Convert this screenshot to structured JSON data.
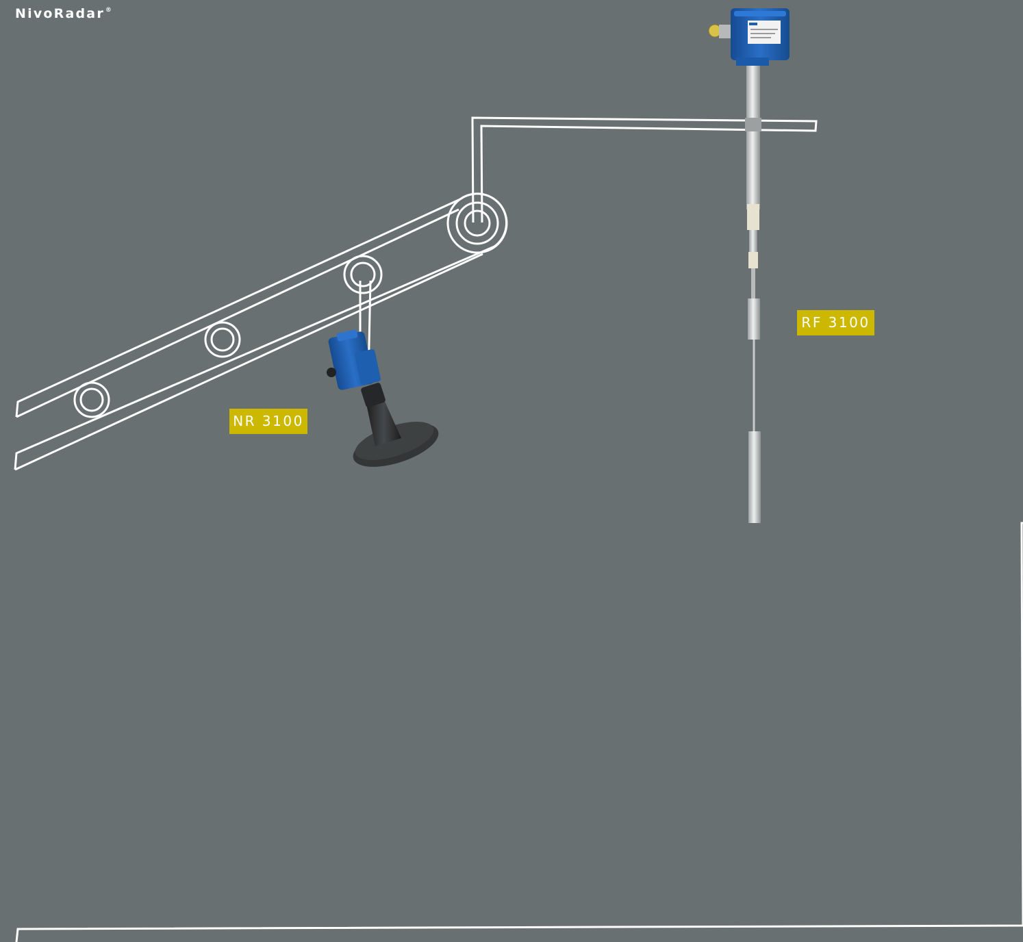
{
  "brand": {
    "name": "NivoRadar",
    "mark": "®"
  },
  "devices": {
    "radar": {
      "label": "NR 3100",
      "icon": "radar-level-sensor-icon"
    },
    "rotating_probe": {
      "label": "RF 3100",
      "icon": "rf-level-probe-icon"
    }
  },
  "colors": {
    "background": "#697071",
    "outline": "#ffffff",
    "label_bg": "#cdb800",
    "housing_blue": "#1f5fb0",
    "steel": "#c9cccc",
    "horn": "#2c2d2e"
  }
}
